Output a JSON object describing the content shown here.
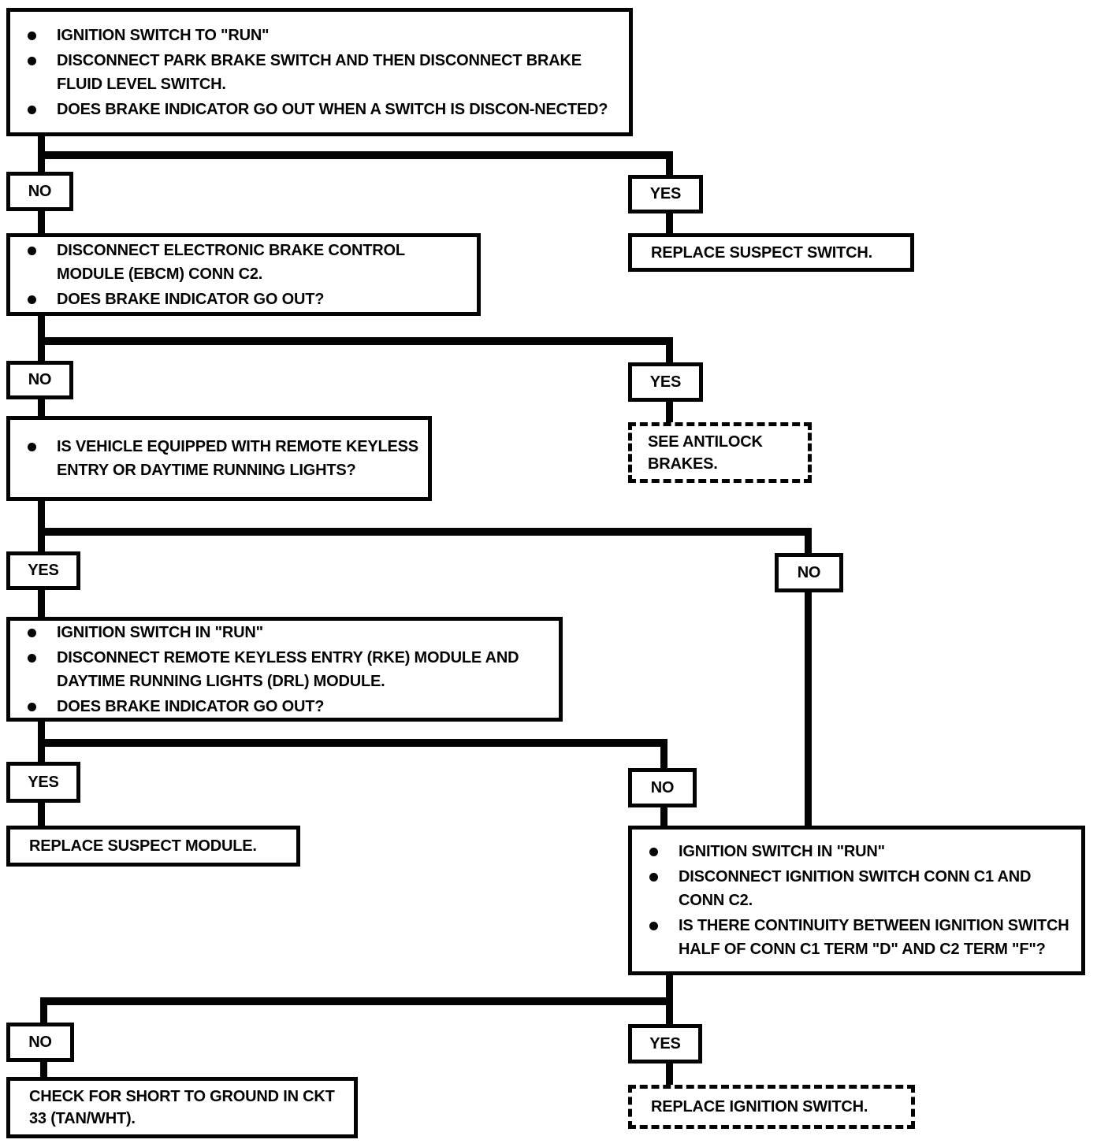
{
  "flow": {
    "labels": {
      "yes": "YES",
      "no": "NO"
    },
    "q1": {
      "bullets": [
        "IGNITION SWITCH TO \"RUN\"",
        "DISCONNECT PARK BRAKE SWITCH AND THEN DISCONNECT BRAKE FLUID LEVEL SWITCH.",
        "DOES BRAKE INDICATOR GO OUT WHEN A SWITCH IS DISCON-NECTED?"
      ]
    },
    "q2": {
      "bullets": [
        "DISCONNECT ELECTRONIC BRAKE CONTROL MODULE (EBCM) CONN C2.",
        "DOES BRAKE INDICATOR GO OUT?"
      ]
    },
    "q3": {
      "bullets": [
        "IS VEHICLE EQUIPPED WITH REMOTE KEYLESS ENTRY OR DAYTIME RUNNING LIGHTS?"
      ]
    },
    "q4": {
      "bullets": [
        "IGNITION SWITCH IN \"RUN\"",
        "DISCONNECT REMOTE KEYLESS ENTRY (RKE) MODULE AND DAYTIME RUNNING LIGHTS (DRL) MODULE.",
        "DOES BRAKE INDICATOR GO OUT?"
      ]
    },
    "q5": {
      "bullets": [
        "IGNITION SWITCH IN \"RUN\"",
        "DISCONNECT IGNITION SWITCH CONN C1 AND CONN C2.",
        "IS THERE CONTINUITY BETWEEN IGNITION SWITCH HALF OF CONN C1 TERM \"D\" AND C2 TERM \"F\"?"
      ]
    },
    "a1": "REPLACE SUSPECT SWITCH.",
    "a2": "SEE ANTILOCK BRAKES.",
    "a3": "REPLACE SUSPECT MODULE.",
    "a4": "CHECK FOR SHORT TO GROUND IN CKT 33 (TAN/WHT).",
    "a5": "REPLACE IGNITION SWITCH.",
    "colors": {
      "ink": "#040404",
      "paper": "#ffffff"
    }
  }
}
